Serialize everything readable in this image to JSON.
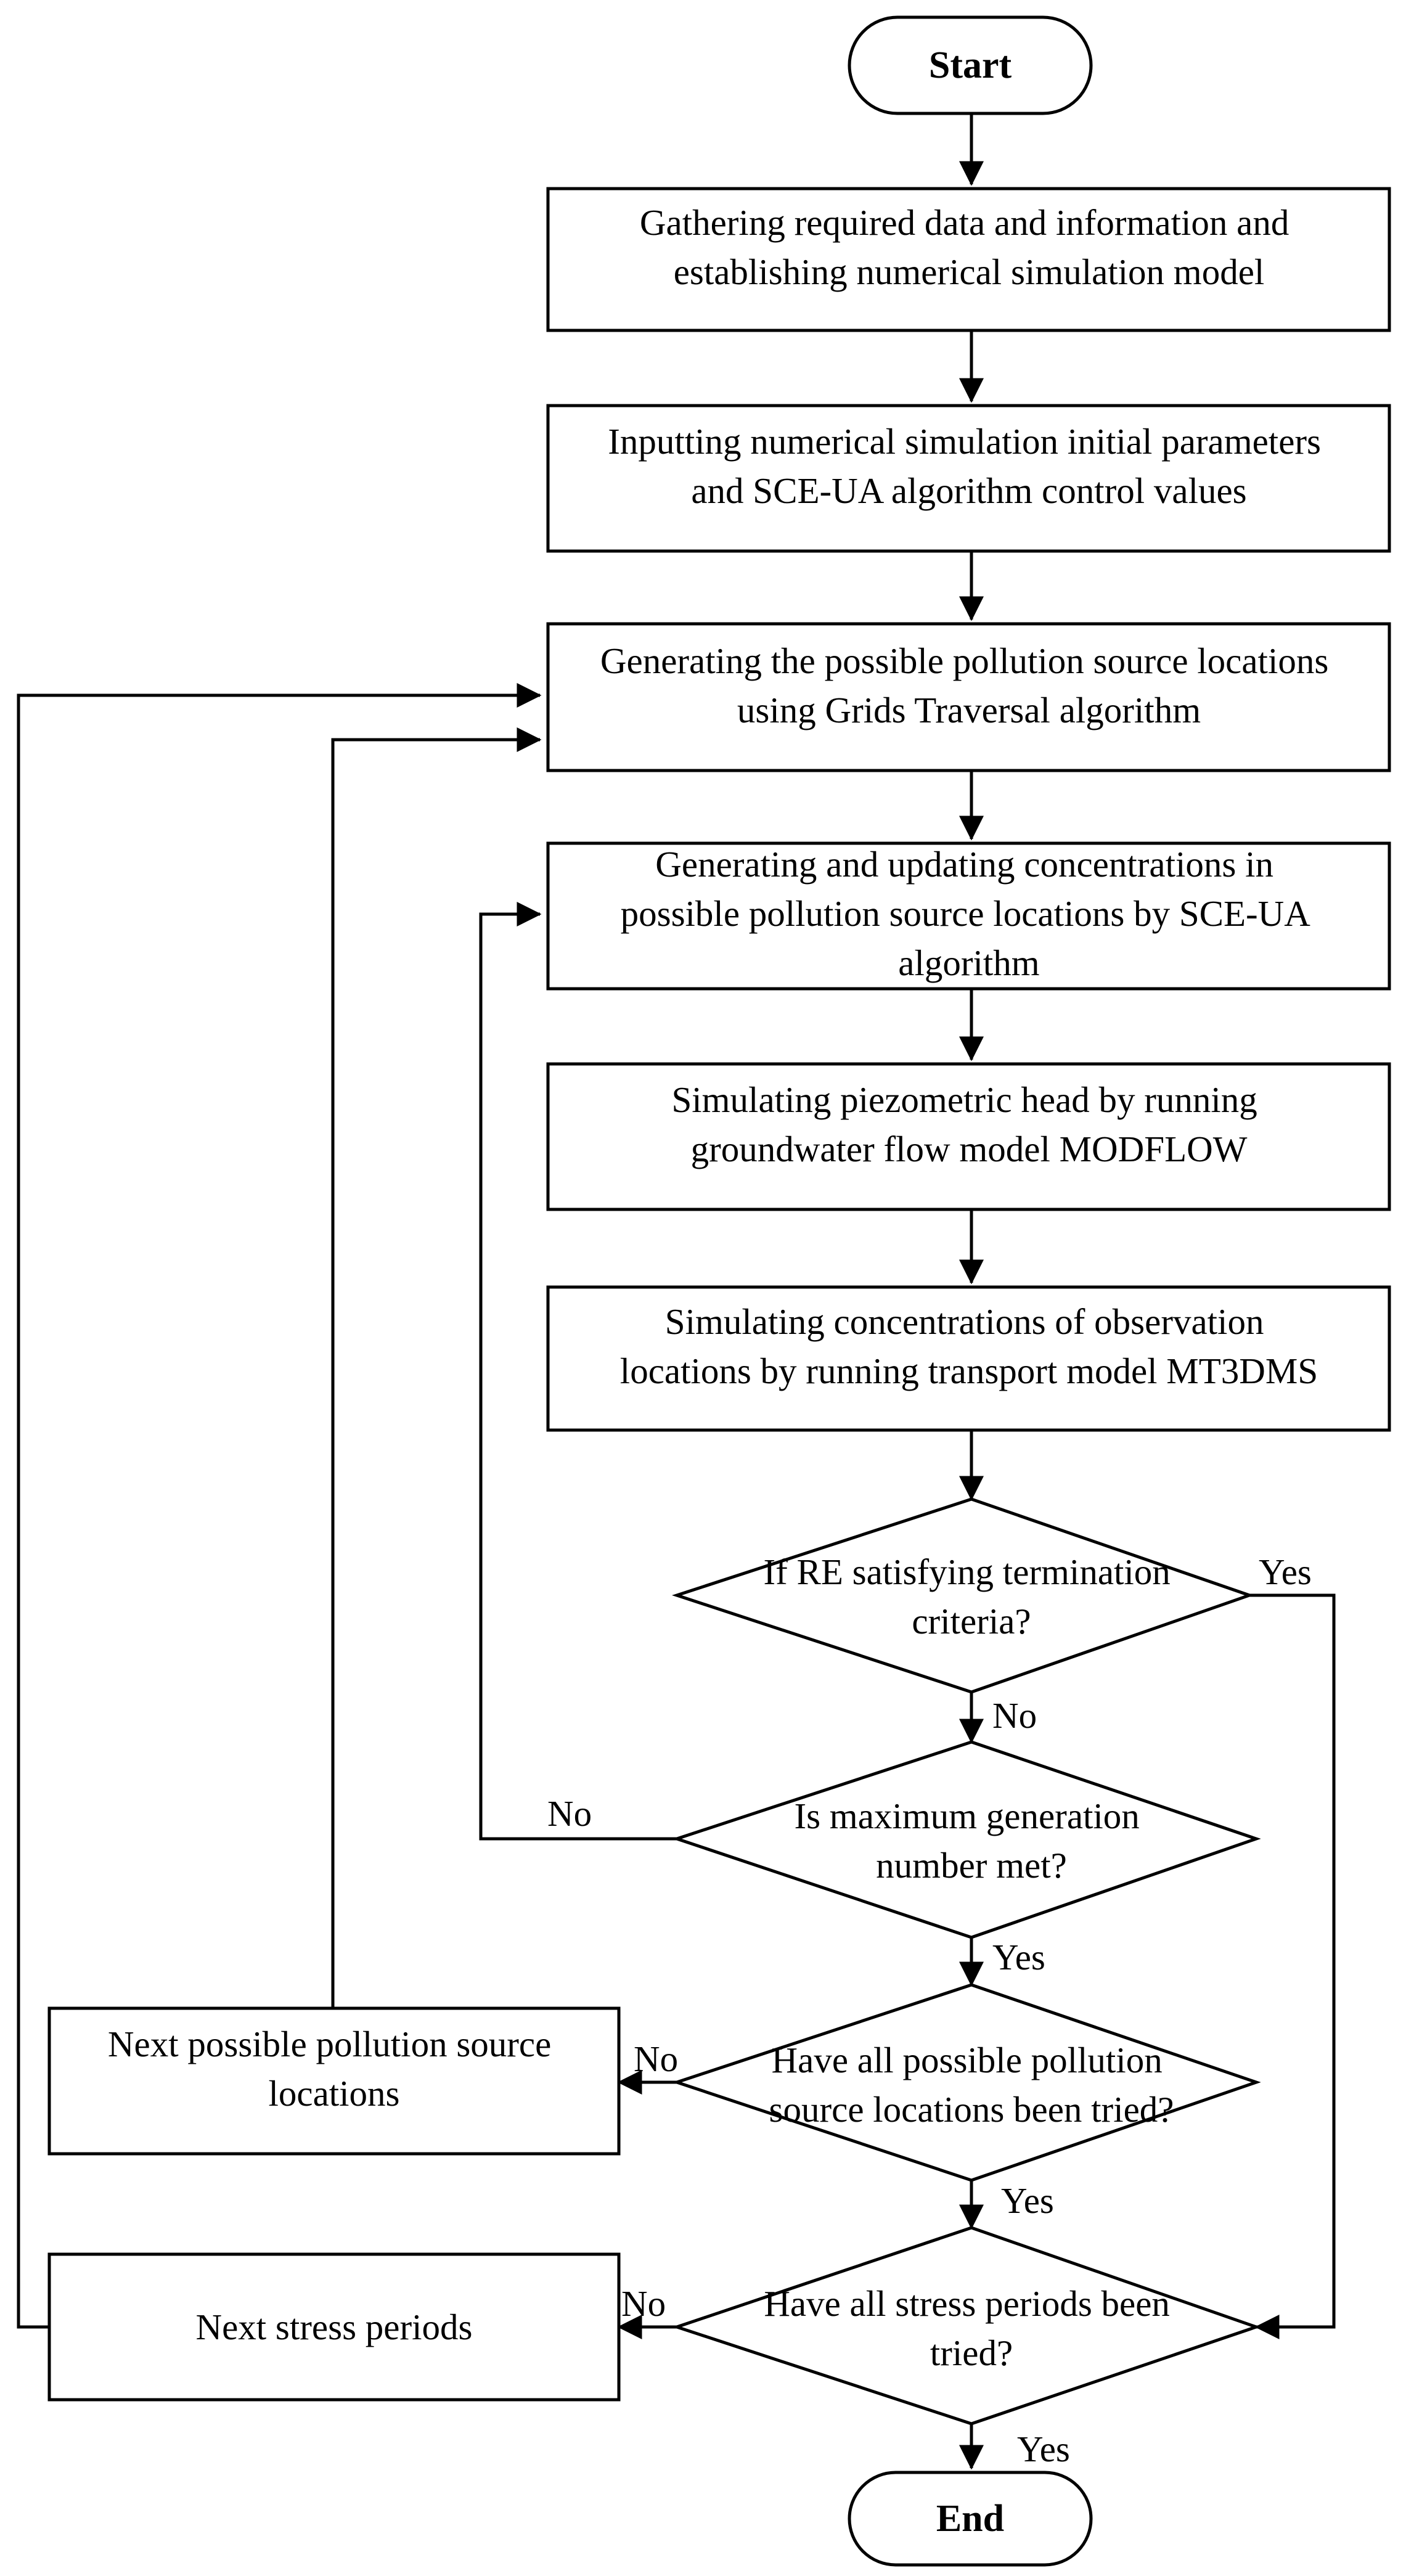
{
  "flowchart": {
    "start": "Start",
    "end": "End",
    "step_gather": [
      "Gathering required data and information and",
      "establishing numerical simulation model"
    ],
    "step_input": [
      "Inputting numerical simulation initial parameters",
      "and SCE-UA algorithm control values"
    ],
    "step_locations": [
      "Generating the possible pollution source locations",
      "using Grids Traversal algorithm"
    ],
    "step_concentrations": [
      "Generating and updating concentrations  in",
      "possible pollution source locations by SCE-UA",
      "algorithm"
    ],
    "step_head": [
      "Simulating piezometric head by running",
      "groundwater flow model MODFLOW"
    ],
    "step_transport": [
      "Simulating concentrations of observation",
      "locations by running transport model MT3DMS"
    ],
    "decision_re": [
      "If RE satisfying termination",
      "criteria?"
    ],
    "decision_generation": [
      "Is maximum  generation",
      "number met?"
    ],
    "decision_locations": [
      "Have all possible pollution",
      "source locations been tried?"
    ],
    "decision_periods": [
      "Have all stress periods been",
      "tried?"
    ],
    "step_next_location": [
      "Next possible pollution source",
      "locations"
    ],
    "step_next_period": [
      "Next stress periods"
    ],
    "labels": {
      "re_yes": "Yes",
      "re_no": "No",
      "gen_no": "No",
      "gen_yes": "Yes",
      "loc_no": "No",
      "loc_yes": "Yes",
      "per_no": "No",
      "per_yes": "Yes"
    }
  }
}
